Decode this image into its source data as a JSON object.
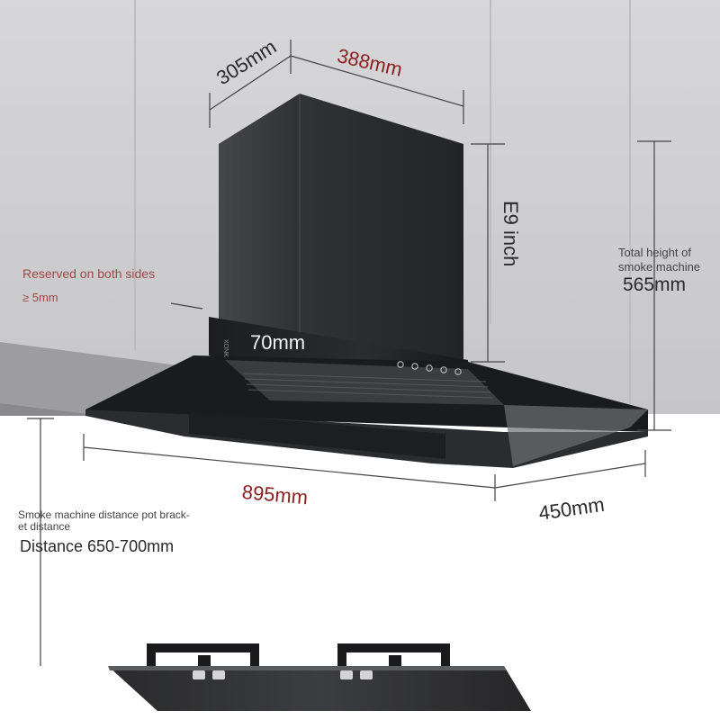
{
  "colors": {
    "wall": "#cfcfd1",
    "counter": "#d6d6d8",
    "hood_body": "#2c2e31",
    "dimension_line": "#444444",
    "accent_red": "#8a1f1f"
  },
  "dimensions": {
    "depth_top": "305mm",
    "width_top": "388mm",
    "chimney_height": "E9 inch",
    "front_panel": "70mm",
    "width_bottom": "895mm",
    "depth_bottom": "450mm"
  },
  "notes": {
    "reserved_line1": "Reserved on both sides",
    "reserved_line2": "≥ 5mm",
    "total_height_line1": "Total height of",
    "total_height_line2": "smoke machine",
    "total_height_value": "565mm",
    "distance_small_line1": "Smoke machine distance pot brack-",
    "distance_small_line2": "et distance",
    "distance_big": "Distance 650-700mm"
  },
  "brand": "XONK",
  "control_icons": [
    "power-icon",
    "light-icon",
    "fan-low-icon",
    "fan-high-icon",
    "timer-icon"
  ]
}
